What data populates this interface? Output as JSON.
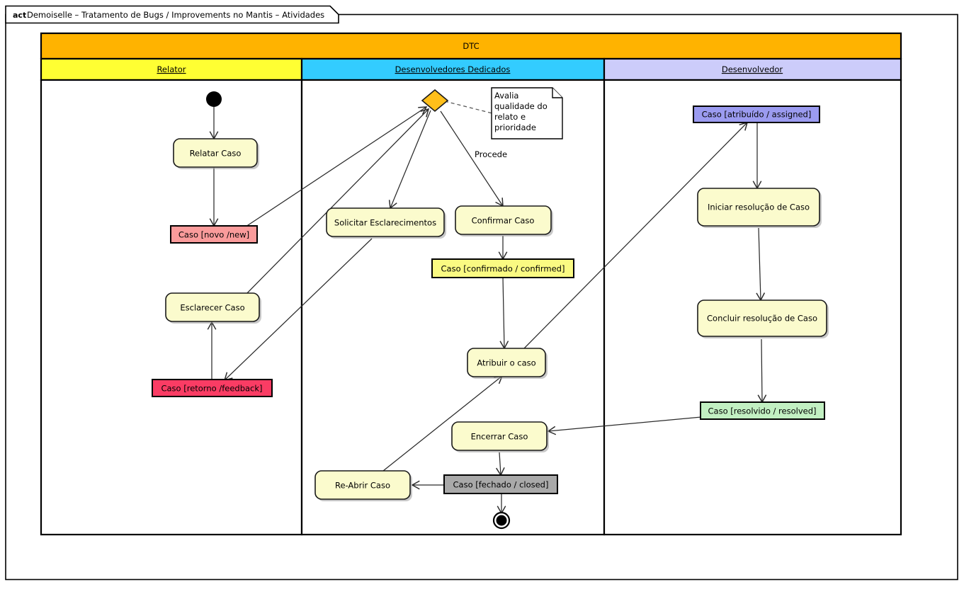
{
  "frame": {
    "keyword": "act",
    "title": "Demoiselle – Tratamento de Bugs / Improvements no Mantis – Atividades"
  },
  "pool": {
    "label": "DTC",
    "color": "#FFB300"
  },
  "lanes": [
    {
      "label": "Relator",
      "color": "#FFFF33"
    },
    {
      "label": "Desenvolvedores Dedicados",
      "color": "#33CCFF"
    },
    {
      "label": "Desenvolvedor",
      "color": "#CCCCFA"
    }
  ],
  "nodes": {
    "initial": {
      "kind": "initial-node",
      "lane": "Relator"
    },
    "relatar_caso": {
      "label": "Relatar Caso",
      "kind": "activity",
      "lane": "Relator"
    },
    "caso_novo": {
      "label": "Caso [novo /new]",
      "kind": "state",
      "lane": "Relator",
      "color": "#FA9B9B"
    },
    "esclarecer_caso": {
      "label": "Esclarecer Caso",
      "kind": "activity",
      "lane": "Relator"
    },
    "caso_retorno": {
      "label": "Caso [retorno /feedback]",
      "kind": "state",
      "lane": "Relator",
      "color": "#FA3C64"
    },
    "decision": {
      "label": "",
      "kind": "decision",
      "lane": "Desenvolvedores Dedicados",
      "color": "#FFBF1A"
    },
    "solicitar_esclarecimentos": {
      "label": "Solicitar Esclarecimentos",
      "kind": "activity",
      "lane": "Desenvolvedores Dedicados"
    },
    "confirmar_caso": {
      "label": "Confirmar Caso",
      "kind": "activity",
      "lane": "Desenvolvedores Dedicados"
    },
    "caso_confirmado": {
      "label": "Caso [confirmado / confirmed]",
      "kind": "state",
      "lane": "Desenvolvedores Dedicados",
      "color": "#FAFA82"
    },
    "atribuir_o_caso": {
      "label": "Atribuir o caso",
      "kind": "activity",
      "lane": "Desenvolvedores Dedicados"
    },
    "encerrar_caso": {
      "label": "Encerrar Caso",
      "kind": "activity",
      "lane": "Desenvolvedores Dedicados"
    },
    "reabrir_caso": {
      "label": "Re-Abrir Caso",
      "kind": "activity",
      "lane": "Desenvolvedores Dedicados"
    },
    "caso_fechado": {
      "label": "Caso [fechado / closed]",
      "kind": "state",
      "lane": "Desenvolvedores Dedicados",
      "color": "#A9A9A9"
    },
    "final": {
      "kind": "final-node",
      "lane": "Desenvolvedores Dedicados"
    },
    "caso_atribuido": {
      "label": "Caso [atribuído / assigned]",
      "kind": "state",
      "lane": "Desenvolvedor",
      "color": "#9B9BF0"
    },
    "iniciar_resolucao": {
      "label": "Iniciar resolução de Caso",
      "kind": "activity",
      "lane": "Desenvolvedor"
    },
    "concluir_resolucao": {
      "label": "Concluir resolução de Caso",
      "kind": "activity",
      "lane": "Desenvolvedor"
    },
    "caso_resolvido": {
      "label": "Caso [resolvido / resolved]",
      "kind": "state",
      "lane": "Desenvolvedor",
      "color": "#C2F0C2"
    }
  },
  "note": {
    "lines": [
      "Avalia",
      "qualidade do",
      "relato e",
      "prioridade"
    ],
    "attached_to": "decision"
  },
  "edges": [
    {
      "from": "initial",
      "to": "relatar_caso",
      "label": ""
    },
    {
      "from": "relatar_caso",
      "to": "caso_novo",
      "label": ""
    },
    {
      "from": "caso_novo",
      "to": "decision",
      "label": ""
    },
    {
      "from": "esclarecer_caso",
      "to": "decision",
      "label": ""
    },
    {
      "from": "decision",
      "to": "solicitar_esclarecimentos",
      "label": ""
    },
    {
      "from": "decision",
      "to": "confirmar_caso",
      "label": "Procede"
    },
    {
      "from": "solicitar_esclarecimentos",
      "to": "caso_retorno",
      "label": ""
    },
    {
      "from": "caso_retorno",
      "to": "esclarecer_caso",
      "label": ""
    },
    {
      "from": "confirmar_caso",
      "to": "caso_confirmado",
      "label": ""
    },
    {
      "from": "caso_confirmado",
      "to": "atribuir_o_caso",
      "label": ""
    },
    {
      "from": "atribuir_o_caso",
      "to": "caso_atribuido",
      "label": ""
    },
    {
      "from": "caso_atribuido",
      "to": "iniciar_resolucao",
      "label": ""
    },
    {
      "from": "iniciar_resolucao",
      "to": "concluir_resolucao",
      "label": ""
    },
    {
      "from": "concluir_resolucao",
      "to": "caso_resolvido",
      "label": ""
    },
    {
      "from": "caso_resolvido",
      "to": "encerrar_caso",
      "label": ""
    },
    {
      "from": "encerrar_caso",
      "to": "caso_fechado",
      "label": ""
    },
    {
      "from": "caso_fechado",
      "to": "reabrir_caso",
      "label": ""
    },
    {
      "from": "reabrir_caso",
      "to": "atribuir_o_caso",
      "label": ""
    },
    {
      "from": "caso_fechado",
      "to": "final",
      "label": ""
    }
  ]
}
